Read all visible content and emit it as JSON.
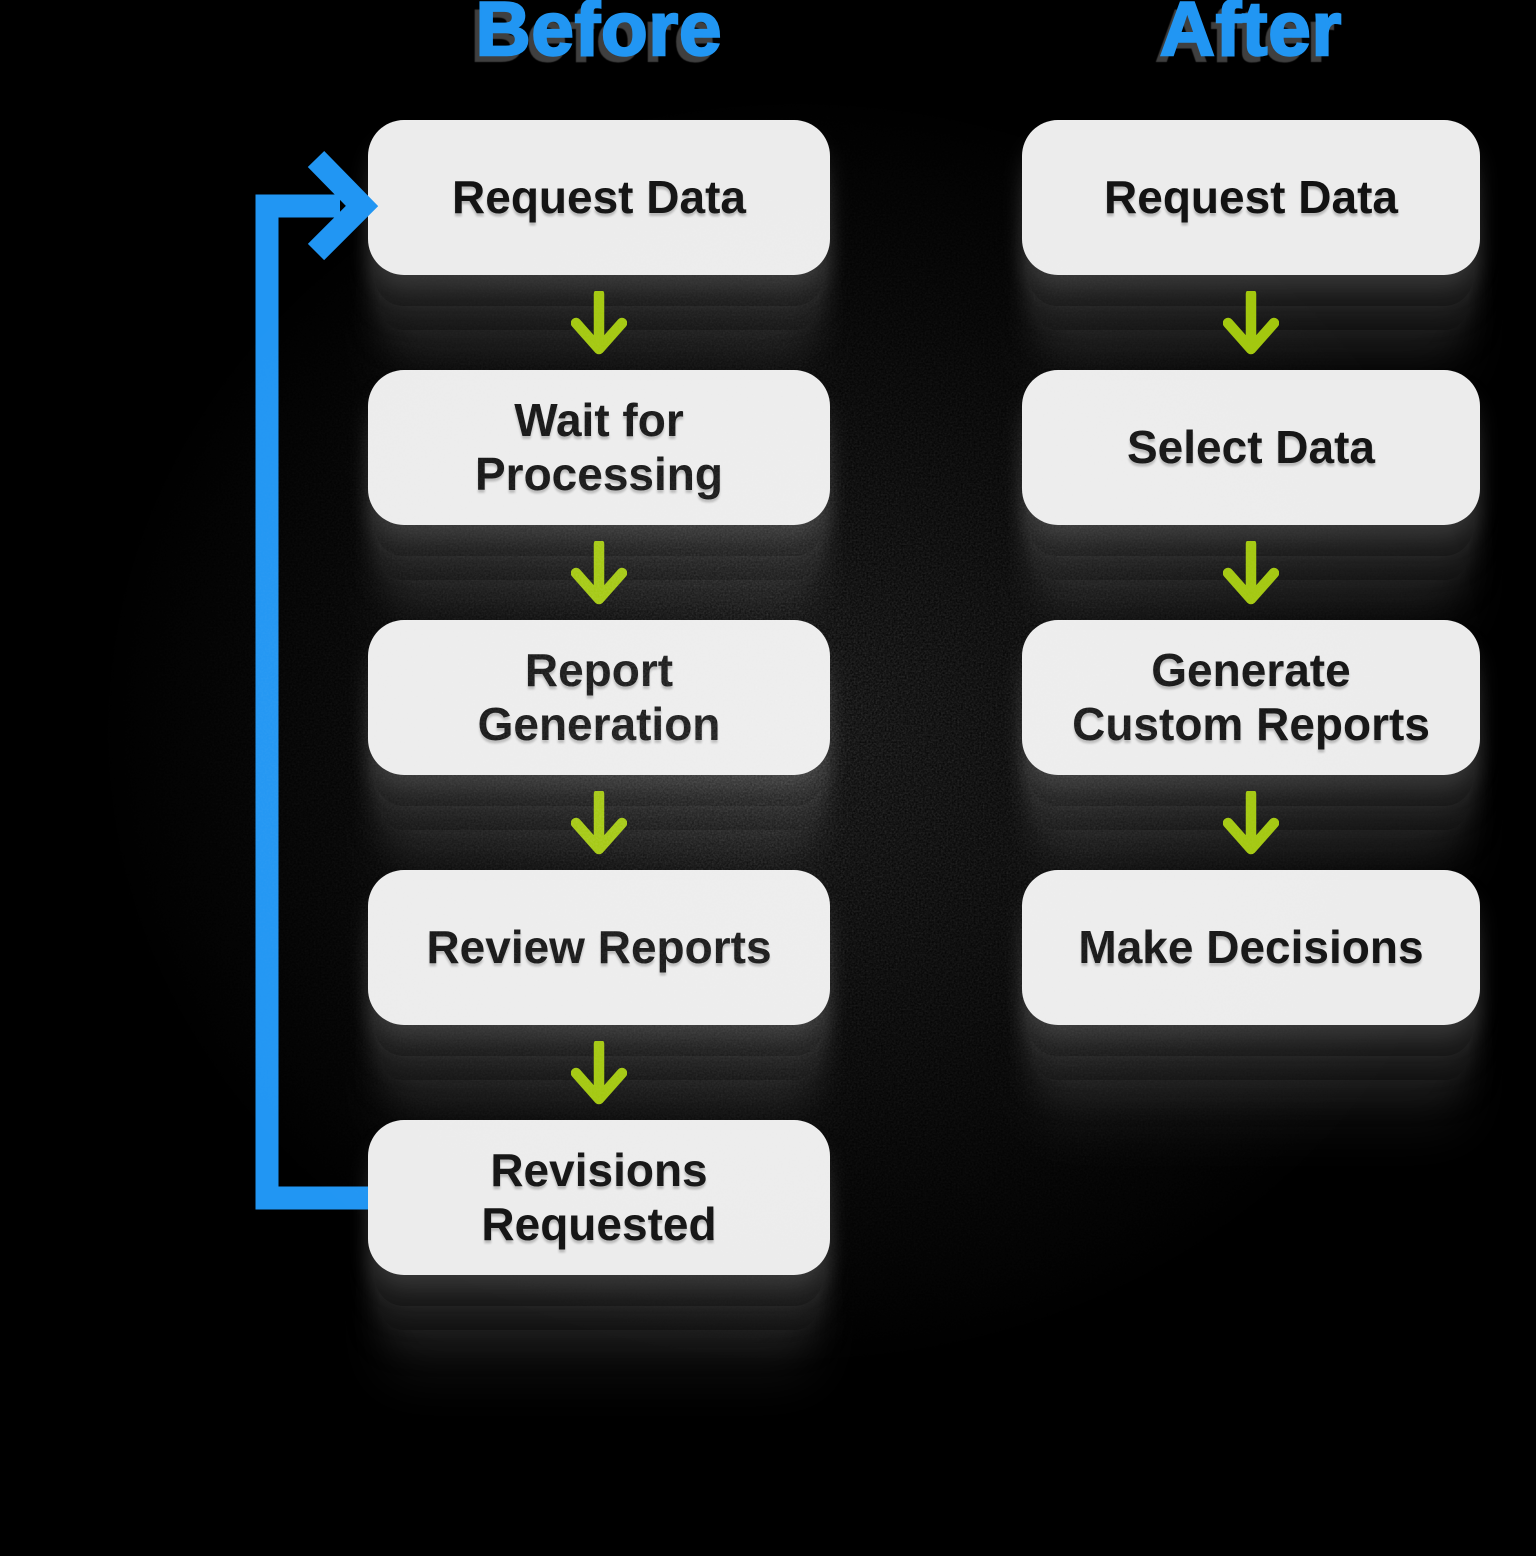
{
  "colors": {
    "background": "#000000",
    "accent_blue": "#2196F3",
    "accent_green": "#A2C70C",
    "box_fill": "#ECECEC",
    "box_text": "#121212"
  },
  "icons": {
    "down_arrow": "down-arrow-icon",
    "feedback_loop": "feedback-loop-arrow-icon"
  },
  "before": {
    "title": "Before",
    "steps": [
      "Request Data",
      "Wait for\nProcessing",
      "Report\nGeneration",
      "Review Reports",
      "Revisions\nRequested"
    ],
    "loop_edge": {
      "from": "Revisions Requested",
      "to": "Request Data"
    }
  },
  "after": {
    "title": "After",
    "steps": [
      "Request Data",
      "Select Data",
      "Generate\nCustom Reports",
      "Make Decisions"
    ]
  }
}
